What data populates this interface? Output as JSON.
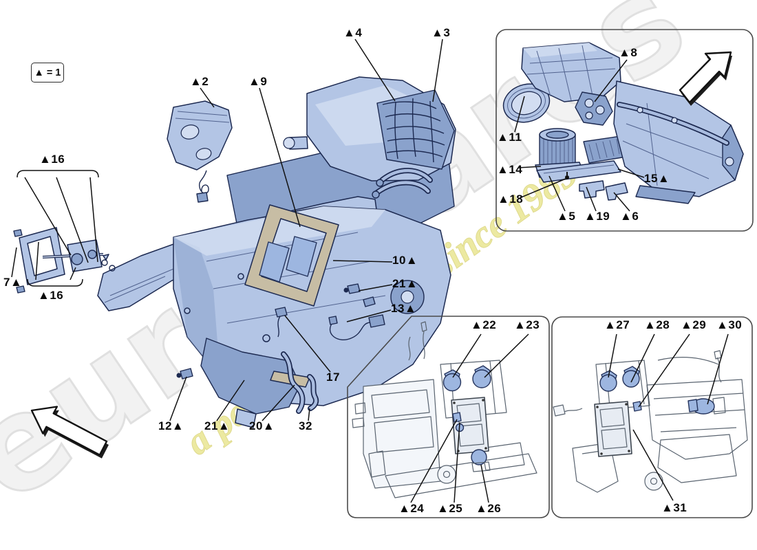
{
  "legend": {
    "text": "▲ = 1"
  },
  "watermark": {
    "brand": "eurospares",
    "tagline": "a passion for parts since 1985"
  },
  "colors": {
    "part_fill": "#b3c5e5",
    "part_fill_light": "#d2ddf1",
    "part_fill_dark": "#8aa2cc",
    "part_outline": "#1c2950",
    "seal_tan": "#c7bda4",
    "seal_tan_dark": "#a89e84",
    "line_thin": "#51628e",
    "inset_border": "#4a4a4a",
    "leader": "#111111",
    "label": "#0a0a0a",
    "watermark_gray": "#f2f2f2",
    "watermark_gray_edge": "#e0e0e0",
    "watermark_yellow": "#ebe89c"
  },
  "callouts": {
    "c2": "▲2",
    "c3": "▲3",
    "c4": "▲4",
    "c9": "▲9",
    "c16a": "▲16",
    "c7": "7▲",
    "c16b": "▲16",
    "c10": "10▲",
    "c21a": "21▲",
    "c13": "13▲",
    "c17": "17",
    "c12": "12▲",
    "c21b": "21▲",
    "c20": "20▲",
    "c32": "32",
    "c8": "▲8",
    "c11": "▲11",
    "c14": "▲14",
    "c18": "▲18",
    "c15": "15▲",
    "c5": "▲5",
    "c19": "▲19",
    "c6": "▲6",
    "c22": "▲22",
    "c23": "▲23",
    "c24": "▲24",
    "c25": "▲25",
    "c26": "▲26",
    "c27": "▲27",
    "c28": "▲28",
    "c29": "▲29",
    "c30": "▲30",
    "c31": "▲31"
  }
}
